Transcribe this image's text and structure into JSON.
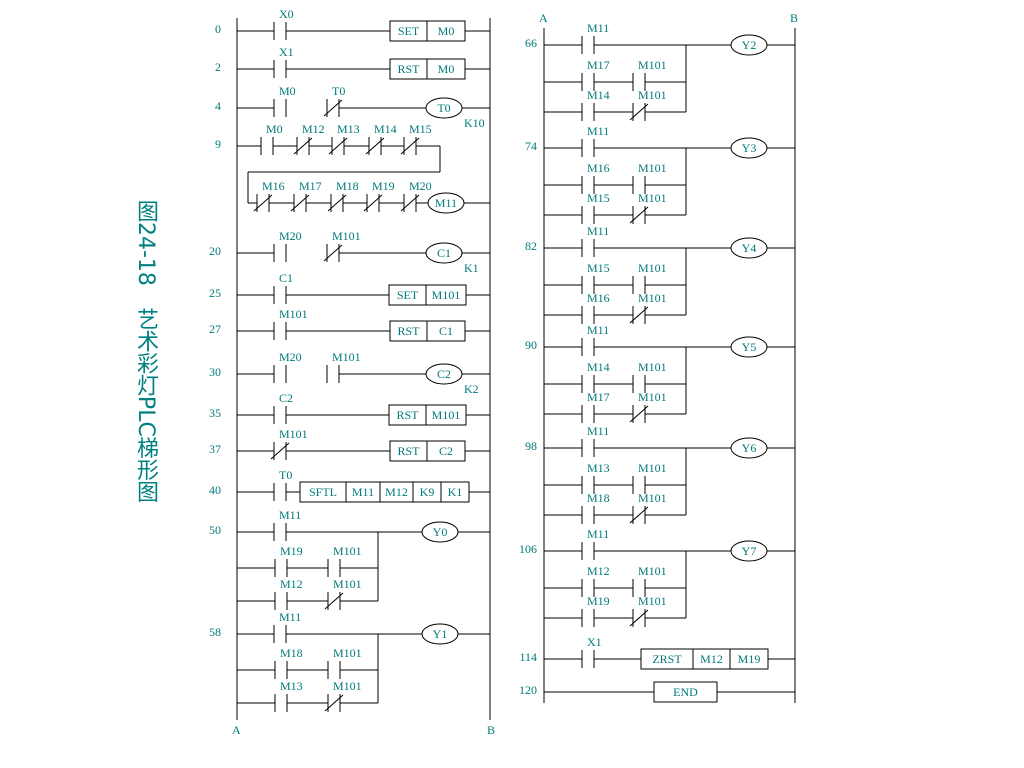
{
  "caption": "图24-18　艺术彩灯PLC梯形图",
  "bus_labels": {
    "left": {
      "a": "A",
      "b": "B"
    },
    "right": {
      "a": "A",
      "b": "B"
    }
  },
  "left_steps": [
    {
      "step": "0",
      "contacts": [
        {
          "label": "X0",
          "type": "NO"
        }
      ],
      "out": {
        "kind": "instr",
        "cells": [
          "SET",
          "M0"
        ]
      }
    },
    {
      "step": "2",
      "contacts": [
        {
          "label": "X1",
          "type": "NO"
        }
      ],
      "out": {
        "kind": "instr",
        "cells": [
          "RST",
          "M0"
        ]
      }
    },
    {
      "step": "4",
      "contacts": [
        {
          "label": "M0",
          "type": "NO"
        },
        {
          "label": "T0",
          "type": "NC"
        }
      ],
      "out": {
        "kind": "coil",
        "label": "T0",
        "k": "K10"
      }
    },
    {
      "step": "9",
      "contacts": [
        {
          "label": "M0",
          "type": "NO"
        },
        {
          "label": "M12",
          "type": "NC"
        },
        {
          "label": "M13",
          "type": "NC"
        },
        {
          "label": "M14",
          "type": "NC"
        },
        {
          "label": "M15",
          "type": "NC"
        }
      ],
      "cont": [
        {
          "label": "M16",
          "type": "NC"
        },
        {
          "label": "M17",
          "type": "NC"
        },
        {
          "label": "M18",
          "type": "NC"
        },
        {
          "label": "M19",
          "type": "NC"
        },
        {
          "label": "M20",
          "type": "NC"
        }
      ],
      "out": {
        "kind": "coil",
        "label": "M11"
      }
    },
    {
      "step": "20",
      "contacts": [
        {
          "label": "M20",
          "type": "NO"
        },
        {
          "label": "M101",
          "type": "NC"
        }
      ],
      "out": {
        "kind": "coil",
        "label": "C1",
        "k": "K1"
      }
    },
    {
      "step": "25",
      "contacts": [
        {
          "label": "C1",
          "type": "NO"
        }
      ],
      "out": {
        "kind": "instr",
        "cells": [
          "SET",
          "M101"
        ]
      }
    },
    {
      "step": "27",
      "contacts": [
        {
          "label": "M101",
          "type": "NO"
        }
      ],
      "out": {
        "kind": "instr",
        "cells": [
          "RST",
          "C1"
        ]
      }
    },
    {
      "step": "30",
      "contacts": [
        {
          "label": "M20",
          "type": "NO"
        },
        {
          "label": "M101",
          "type": "NO"
        }
      ],
      "out": {
        "kind": "coil",
        "label": "C2",
        "k": "K2"
      }
    },
    {
      "step": "35",
      "contacts": [
        {
          "label": "C2",
          "type": "NO"
        }
      ],
      "out": {
        "kind": "instr",
        "cells": [
          "RST",
          "M101"
        ]
      }
    },
    {
      "step": "37",
      "contacts": [
        {
          "label": "M101",
          "type": "NC"
        }
      ],
      "out": {
        "kind": "instr",
        "cells": [
          "RST",
          "C2"
        ]
      }
    },
    {
      "step": "40",
      "contacts": [
        {
          "label": "T0",
          "type": "NO"
        }
      ],
      "out": {
        "kind": "instr",
        "cells": [
          "SFTL",
          "M11",
          "M12",
          "K9",
          "K1"
        ]
      }
    },
    {
      "step": "50",
      "contacts": [
        {
          "label": "M11",
          "type": "NO"
        }
      ],
      "branches": [
        [
          "M19",
          "NO",
          "M101",
          "NO"
        ],
        [
          "M12",
          "NO",
          "M101",
          "NC"
        ]
      ],
      "out": {
        "kind": "coil",
        "label": "Y0"
      }
    },
    {
      "step": "58",
      "contacts": [
        {
          "label": "M11",
          "type": "NO"
        }
      ],
      "branches": [
        [
          "M18",
          "NO",
          "M101",
          "NO"
        ],
        [
          "M13",
          "NO",
          "M101",
          "NC"
        ]
      ],
      "out": {
        "kind": "coil",
        "label": "Y1"
      }
    }
  ],
  "right_steps": [
    {
      "step": "66",
      "contacts": [
        {
          "label": "M11",
          "type": "NO"
        }
      ],
      "branches": [
        [
          "M17",
          "NO",
          "M101",
          "NO"
        ],
        [
          "M14",
          "NO",
          "M101",
          "NC"
        ]
      ],
      "out": {
        "kind": "coil",
        "label": "Y2"
      }
    },
    {
      "step": "74",
      "contacts": [
        {
          "label": "M11",
          "type": "NO"
        }
      ],
      "branches": [
        [
          "M16",
          "NO",
          "M101",
          "NO"
        ],
        [
          "M15",
          "NO",
          "M101",
          "NC"
        ]
      ],
      "out": {
        "kind": "coil",
        "label": "Y3"
      }
    },
    {
      "step": "82",
      "contacts": [
        {
          "label": "M11",
          "type": "NO"
        }
      ],
      "branches": [
        [
          "M15",
          "NO",
          "M101",
          "NO"
        ],
        [
          "M16",
          "NO",
          "M101",
          "NC"
        ]
      ],
      "out": {
        "kind": "coil",
        "label": "Y4"
      }
    },
    {
      "step": "90",
      "contacts": [
        {
          "label": "M11",
          "type": "NO"
        }
      ],
      "branches": [
        [
          "M14",
          "NO",
          "M101",
          "NO"
        ],
        [
          "M17",
          "NO",
          "M101",
          "NC"
        ]
      ],
      "out": {
        "kind": "coil",
        "label": "Y5"
      }
    },
    {
      "step": "98",
      "contacts": [
        {
          "label": "M11",
          "type": "NO"
        }
      ],
      "branches": [
        [
          "M13",
          "NO",
          "M101",
          "NO"
        ],
        [
          "M18",
          "NO",
          "M101",
          "NC"
        ]
      ],
      "out": {
        "kind": "coil",
        "label": "Y6"
      }
    },
    {
      "step": "106",
      "contacts": [
        {
          "label": "M11",
          "type": "NO"
        }
      ],
      "branches": [
        [
          "M12",
          "NO",
          "M101",
          "NO"
        ],
        [
          "M19",
          "NO",
          "M101",
          "NC"
        ]
      ],
      "out": {
        "kind": "coil",
        "label": "Y7"
      }
    },
    {
      "step": "114",
      "contacts": [
        {
          "label": "X1",
          "type": "NO"
        }
      ],
      "out": {
        "kind": "instr",
        "cells": [
          "ZRST",
          "M12",
          "M19"
        ]
      }
    },
    {
      "step": "120",
      "contacts": [],
      "out": {
        "kind": "end",
        "label": "END"
      }
    }
  ]
}
